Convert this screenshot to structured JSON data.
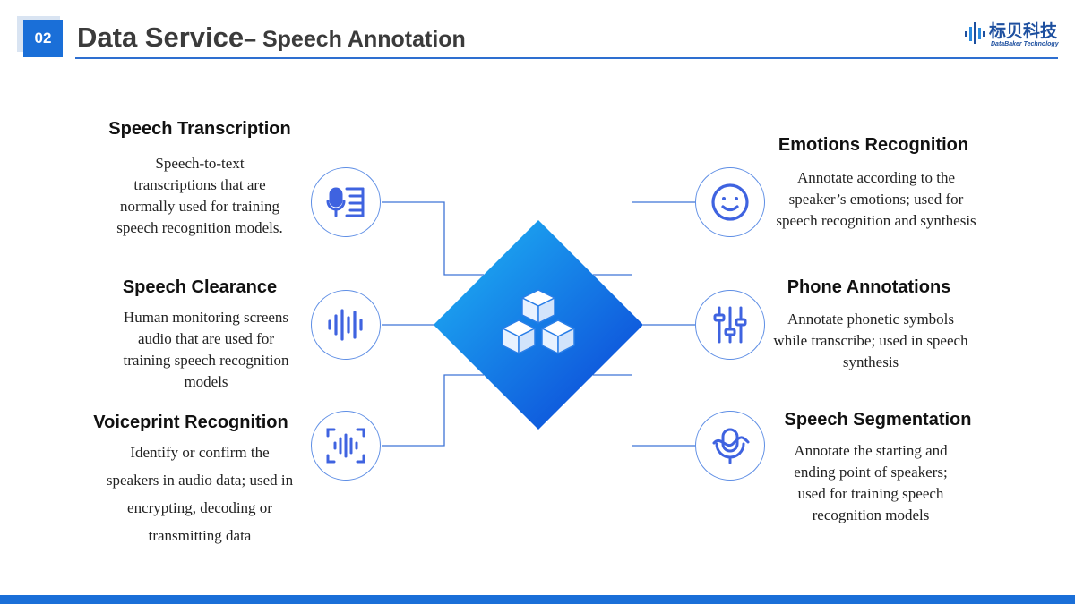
{
  "header": {
    "number": "02",
    "title_main": "Data Service",
    "title_sub": "– Speech Annotation",
    "logo_cn": "标贝科技",
    "logo_en": "DataBaker Technology"
  },
  "left_items": [
    {
      "title": "Speech Transcription",
      "description": "Speech-to-text transcriptions that are normally used for training speech recognition models.",
      "icon": "microphone-text-icon"
    },
    {
      "title": "Speech Clearance",
      "description": "Human monitoring screens audio that are used for training speech recognition models",
      "icon": "sound-wave-icon"
    },
    {
      "title": "Voiceprint Recognition",
      "description": "Identify or confirm the speakers in audio data; used in encrypting, decoding or transmitting data",
      "icon": "voiceprint-scan-icon"
    }
  ],
  "right_items": [
    {
      "title": "Emotions Recognition",
      "description": "Annotate according to the speaker’s emotions; used for speech recognition and synthesis",
      "icon": "smiley-face-icon"
    },
    {
      "title": "Phone Annotations",
      "description": "Annotate phonetic symbols while transcribe; used in speech synthesis",
      "icon": "equalizer-sliders-icon"
    },
    {
      "title": "Speech Segmentation",
      "description": "Annotate the starting and ending point of speakers; used for training speech recognition models",
      "icon": "microphone-wave-icon"
    }
  ],
  "colors": {
    "accent": "#1a6fd8",
    "icon_stroke": "#3f63e0",
    "diamond_light": "#1fb8f5",
    "diamond_dark": "#0b3fd6"
  },
  "center_icon": "cubes-icon"
}
